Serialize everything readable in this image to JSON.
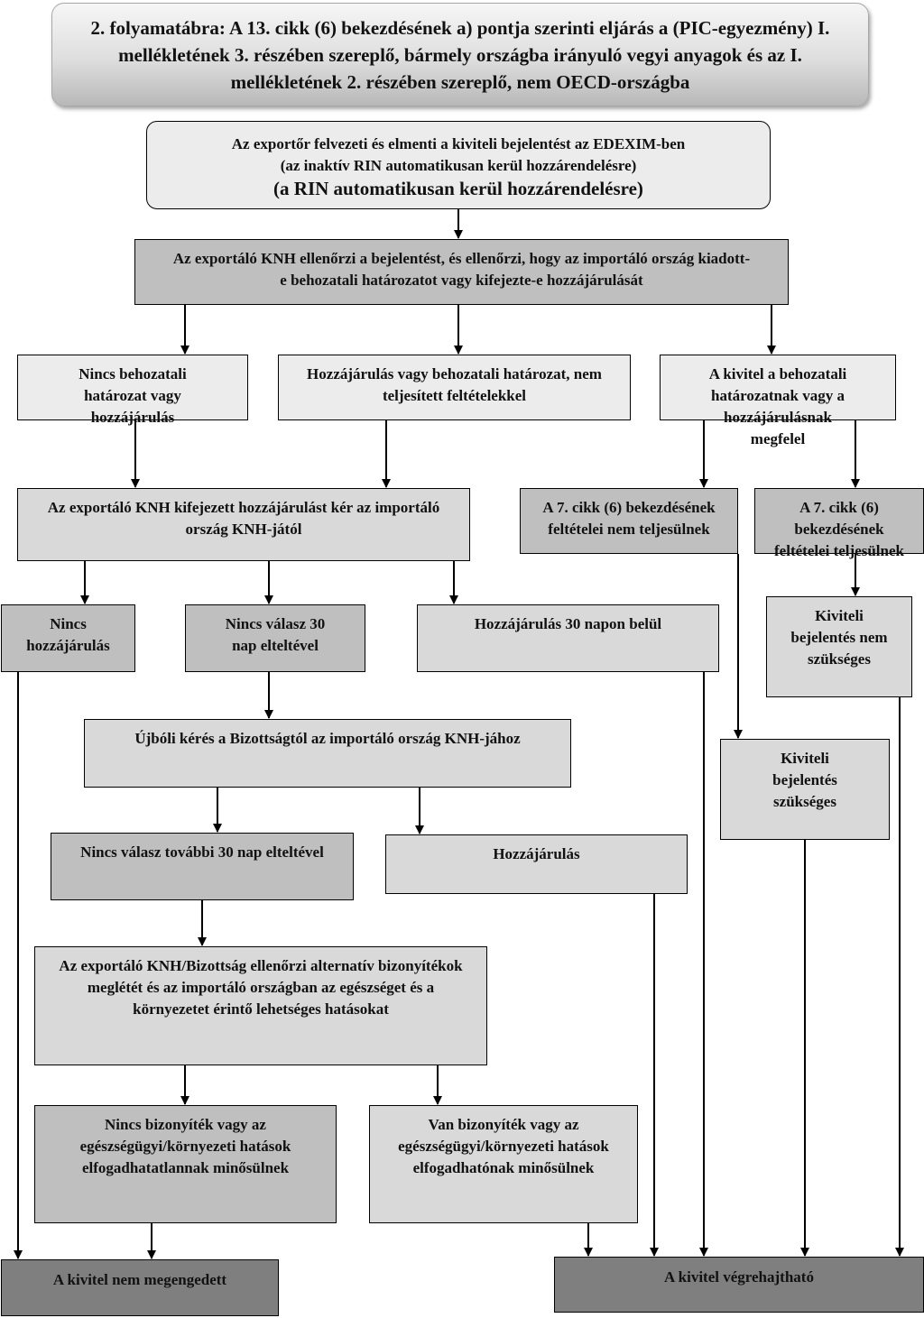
{
  "title": "2. folyamatábra: A 13. cikk (6) bekezdésének a) pontja szerinti eljárás a (PIC-egyezmény) I. mellékletének 3. részében szereplő, bármely országba irányuló vegyi anyagok és az I. mellékletének 2. részében szereplő, nem OECD-országba",
  "nodes": {
    "start_line1": "Az exportőr felvezeti és elmenti a kiviteli bejelentést az EDEXIM-ben",
    "start_line2": "(az inaktív RIN automatikusan kerül hozzárendelésre)",
    "start_line3": "(a RIN automatikusan kerül hozzárendelésre)",
    "check": "Az exportáló KNH ellenőrzi a bejelentést, és ellenőrzi, hogy az importáló ország kiadott-e behozatali határozatot vagy kifejezte-e hozzájárulását",
    "no_decision": "Nincs behozatali határozat vagy hozzájárulás",
    "consent_unfulfilled": "Hozzájárulás vagy behozatali határozat, nem teljesített feltételekkel",
    "export_conform": "A kivitel a behozatali határozatnak vagy a hozzájárulásnak megfelel",
    "request_consent": "Az exportáló KNH kifejezett hozzájárulást kér az importáló ország KNH-jától",
    "art7_not_met": "A 7. cikk (6) bekezdésének feltételei nem teljesülnek",
    "art7_met": "A 7. cikk (6) bekezdésének feltételei teljesülnek",
    "no_consent": "Nincs hozzájárulás",
    "no_reply_30": "Nincs válasz 30 nap elteltével",
    "consent_30": "Hozzájárulás 30 napon belül",
    "notif_not_needed": "Kiviteli bejelentés nem szükséges",
    "rerequest": "Újbóli kérés a Bizottságtól az importáló ország KNH-jához",
    "notif_needed": "Kiviteli bejelentés szükséges",
    "no_reply_more_30": "Nincs válasz további 30 nap elteltével",
    "consent": "Hozzájárulás",
    "alt_check": "Az exportáló KNH/Bizottság ellenőrzi alternatív bizonyítékok meglétét és az importáló országban az egészséget és a környezetet érintő lehetséges hatásokat",
    "no_evidence": "Nincs bizonyíték vagy az egészségügyi/környezeti hatások elfogadhatatlannak minősülnek",
    "evidence": "Van bizonyíték vagy az egészségügyi/környezeti hatások elfogadhatónak minősülnek",
    "not_allowed": "A kivitel nem megengedett",
    "allowed": "A kivitel végrehajtható"
  },
  "colors": {
    "lightest": "#ececec",
    "light": "#d9d9d9",
    "medium": "#bfbfbf",
    "dark": "#7f7f7f"
  }
}
